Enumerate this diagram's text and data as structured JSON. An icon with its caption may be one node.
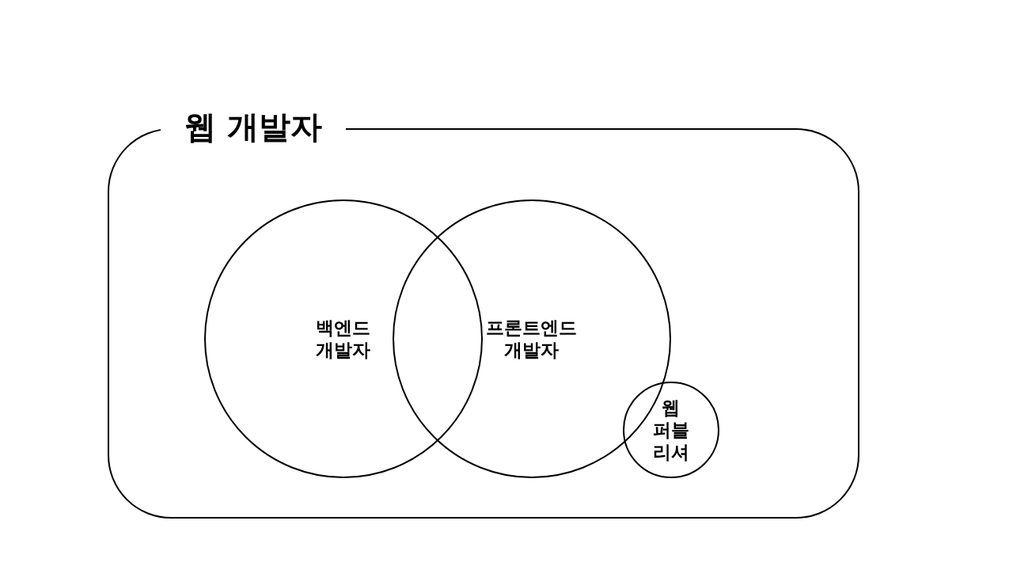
{
  "diagram": {
    "nodes": [
      {
        "text": [
          "웹 개발자"
        ]
      },
      {
        "text": [
          "백엔드 개발자"
        ],
        "in": 0
      },
      {
        "text": [
          "프론트엔드 개발자"
        ],
        "in": 0
      },
      {
        "text": [
          "웹 퍼블리셔"
        ],
        "in": 0
      }
    ],
    "edges": []
  }
}
